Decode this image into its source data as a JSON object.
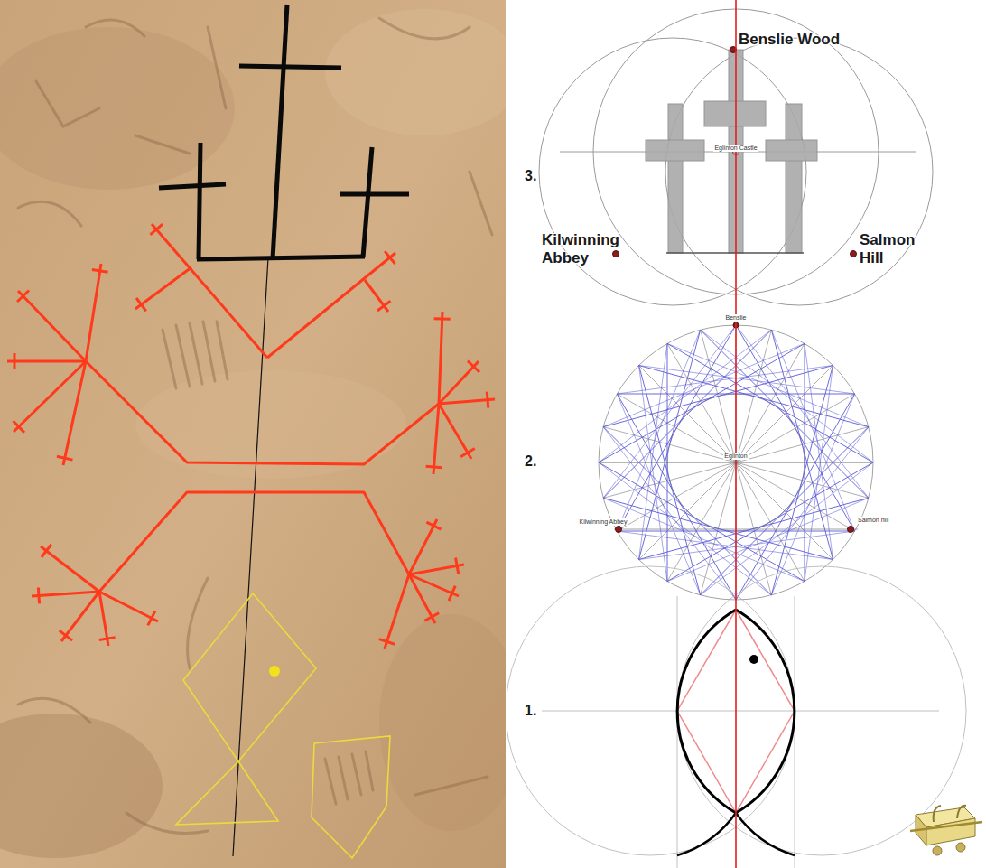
{
  "diagram": {
    "labels": [
      "Benslie Wood",
      "Kilwinning Abbey",
      "Salmon Hill",
      "3.",
      "Eglinton Castle",
      "Benslie",
      "Kilwinning Abbey",
      "Salmon hill",
      "Eglinton",
      "2.",
      "1."
    ]
  }
}
